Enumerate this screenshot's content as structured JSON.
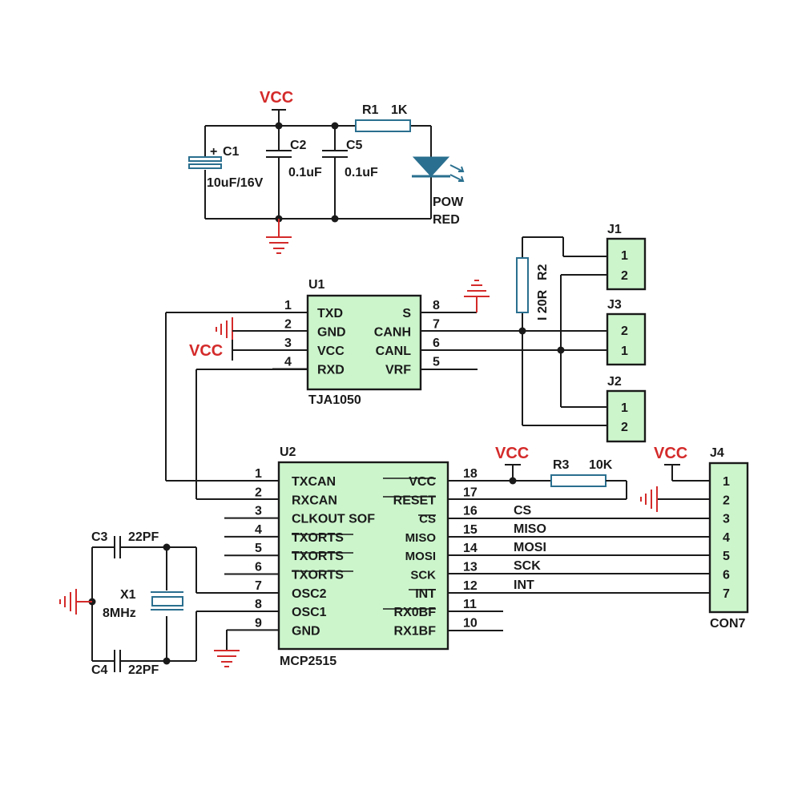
{
  "power": {
    "vcc_label": "VCC",
    "c1_name": "C1",
    "c1_value": "10uF/16V",
    "c1_plus": "+",
    "c2_name": "C2",
    "c2_value": "0.1uF",
    "c5_name": "C5",
    "c5_value": "0.1uF",
    "r1_name": "R1",
    "r1_value": "1K",
    "led_label_1": "POW",
    "led_label_2": "RED"
  },
  "u1": {
    "ref": "U1",
    "part": "TJA1050",
    "left_pins": [
      {
        "num": "1",
        "name": "TXD"
      },
      {
        "num": "2",
        "name": "GND"
      },
      {
        "num": "3",
        "name": "VCC"
      },
      {
        "num": "4",
        "name": "RXD"
      }
    ],
    "right_pins": [
      {
        "num": "8",
        "name": "S"
      },
      {
        "num": "7",
        "name": "CANH"
      },
      {
        "num": "6",
        "name": "CANL"
      },
      {
        "num": "5",
        "name": "VRF"
      }
    ]
  },
  "u2": {
    "ref": "U2",
    "part": "MCP2515",
    "left_pins": [
      {
        "num": "1",
        "name": "TXCAN"
      },
      {
        "num": "2",
        "name": "RXCAN"
      },
      {
        "num": "3",
        "name": "CLKOUT SOF"
      },
      {
        "num": "4",
        "name": "TXORTS"
      },
      {
        "num": "5",
        "name": "TXORTS"
      },
      {
        "num": "6",
        "name": "TXORTS"
      },
      {
        "num": "7",
        "name": "OSC2"
      },
      {
        "num": "8",
        "name": "OSC1"
      },
      {
        "num": "9",
        "name": "GND"
      }
    ],
    "right_pins": [
      {
        "num": "18",
        "name": "VCC"
      },
      {
        "num": "17",
        "name": "RESET"
      },
      {
        "num": "16",
        "name": "CS"
      },
      {
        "num": "15",
        "name": "MISO"
      },
      {
        "num": "14",
        "name": "MOSI"
      },
      {
        "num": "13",
        "name": "SCK"
      },
      {
        "num": "12",
        "name": "INT"
      },
      {
        "num": "11",
        "name": "RX0BF"
      },
      {
        "num": "10",
        "name": "RX1BF"
      }
    ]
  },
  "r2": {
    "name": "R2",
    "value": "I 20R"
  },
  "r3": {
    "name": "R3",
    "value": "10K"
  },
  "connectors": {
    "j1": {
      "ref": "J1",
      "pins": [
        "1",
        "2"
      ]
    },
    "j3": {
      "ref": "J3",
      "pins": [
        "2",
        "1"
      ]
    },
    "j2": {
      "ref": "J2",
      "pins": [
        "1",
        "2"
      ]
    },
    "j4": {
      "ref": "J4",
      "part": "CON7",
      "pins": [
        "1",
        "2",
        "3",
        "4",
        "5",
        "6",
        "7"
      ]
    }
  },
  "nets": {
    "cs": "CS",
    "miso": "MISO",
    "mosi": "MOSI",
    "sck": "SCK",
    "int": "INT"
  },
  "crystal": {
    "x1_name": "X1",
    "x1_value": "8MHz",
    "c3_name": "C3",
    "c3_value": "22PF",
    "c4_name": "C4",
    "c4_value": "22PF"
  },
  "colors": {
    "chip_fill": "#ccf5cc",
    "vcc_red": "#d42a2a",
    "component_blue": "#2a6f8f"
  }
}
